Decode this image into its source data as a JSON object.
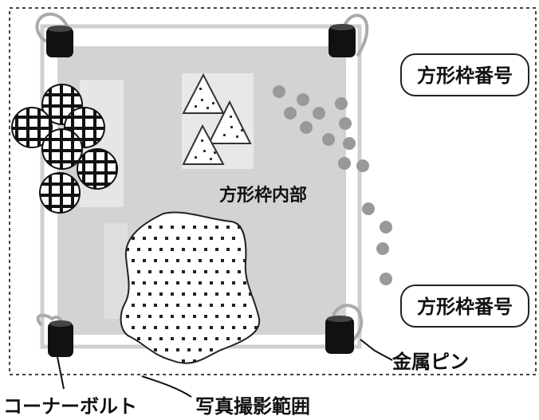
{
  "labels": {
    "frame_number_top": "方形枠番号",
    "frame_number_bottom": "方形枠番号",
    "frame_interior": "方形枠内部",
    "metal_pin": "金属ピン",
    "corner_bolt": "コーナーボルト",
    "photo_range": "写真撮影範囲"
  },
  "colors": {
    "interior_fill": "#d3d3d3",
    "frame_line": "#cfcfcf",
    "bolt": "#111111",
    "dots": "#999999",
    "dashed_border": "#444444"
  },
  "icons": [
    "corner-bolt-icon",
    "metal-pin-icon",
    "grid-circle-icon",
    "triangle-icon",
    "stipple-blob-icon",
    "gray-dot-icon"
  ]
}
